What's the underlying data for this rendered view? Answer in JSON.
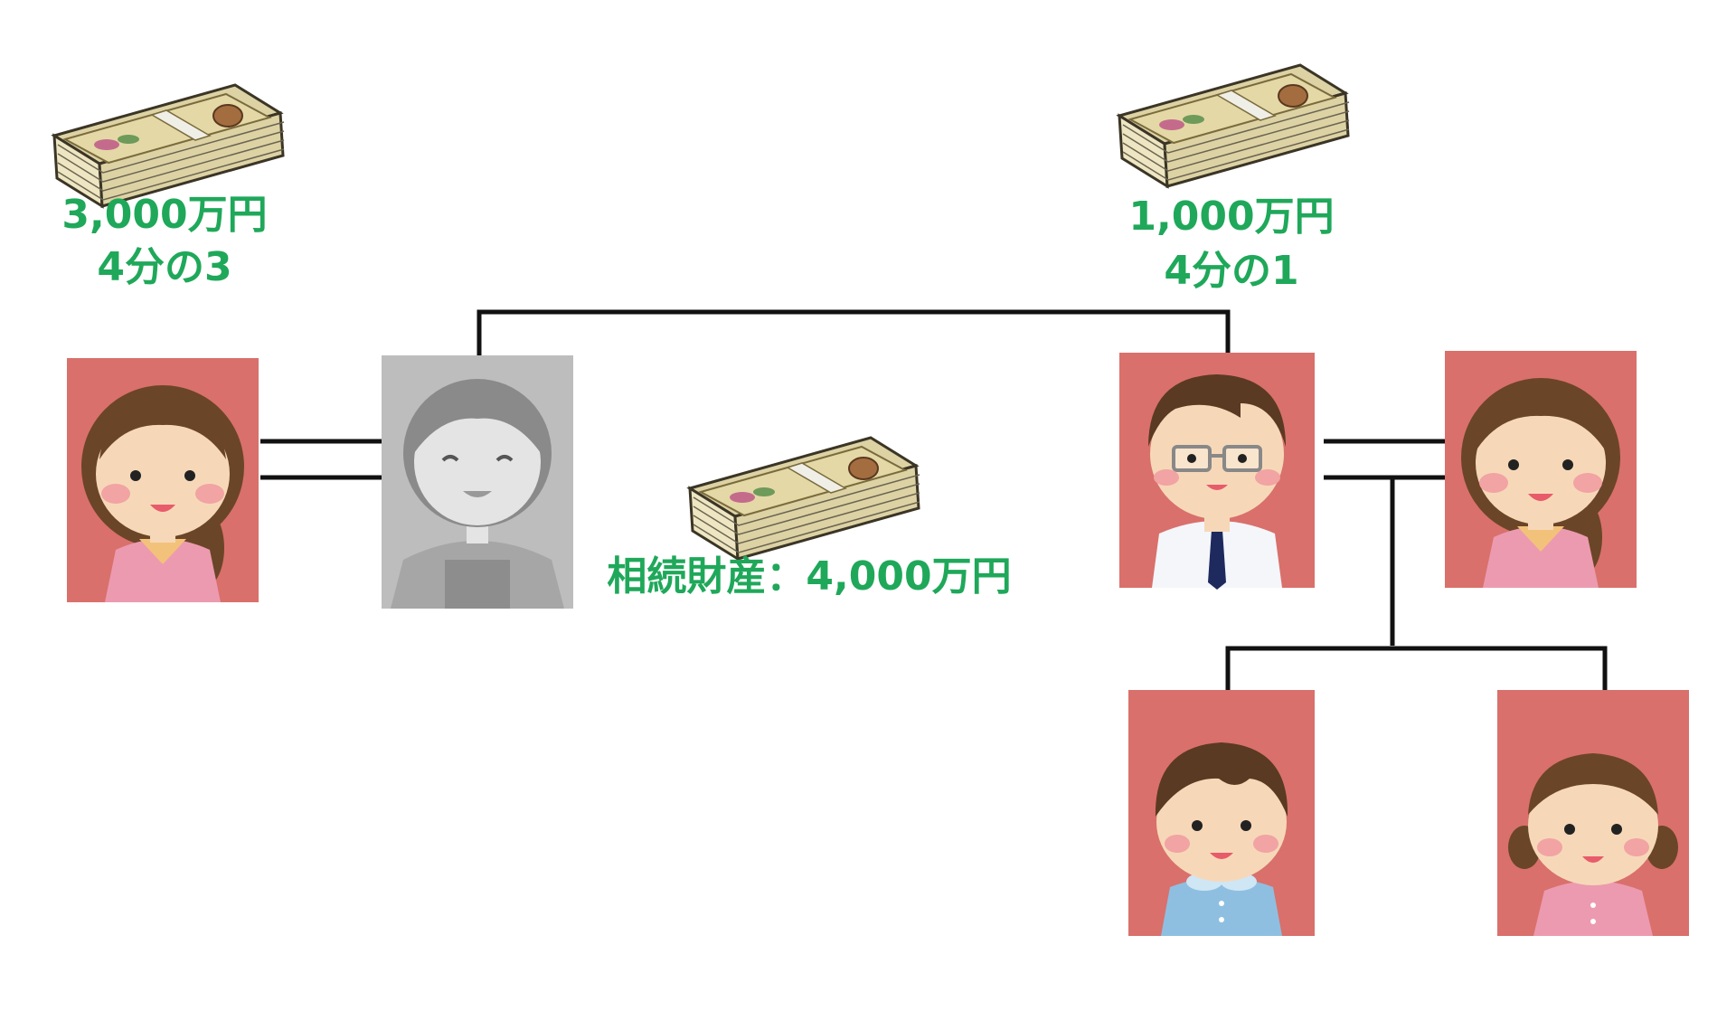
{
  "colors": {
    "accent_text": "#1fa85a",
    "portrait_bg": "#d9706b",
    "line": "#111111",
    "deceased_tone": "#bdbdbd"
  },
  "labels": {
    "spouse_amount": "3,000万円",
    "spouse_fraction": "4分の3",
    "sibling_amount": "1,000万円",
    "sibling_fraction": "4分の1",
    "estate": "相続財産：4,000万円"
  },
  "icons": {
    "money": "banknote-bundle-icon",
    "spouse": "woman-portrait",
    "deceased": "deceased-man-portrait",
    "sibling": "man-with-glasses-portrait",
    "sibling_spouse": "woman-portrait",
    "child_boy": "boy-portrait",
    "child_girl": "girl-portrait"
  }
}
